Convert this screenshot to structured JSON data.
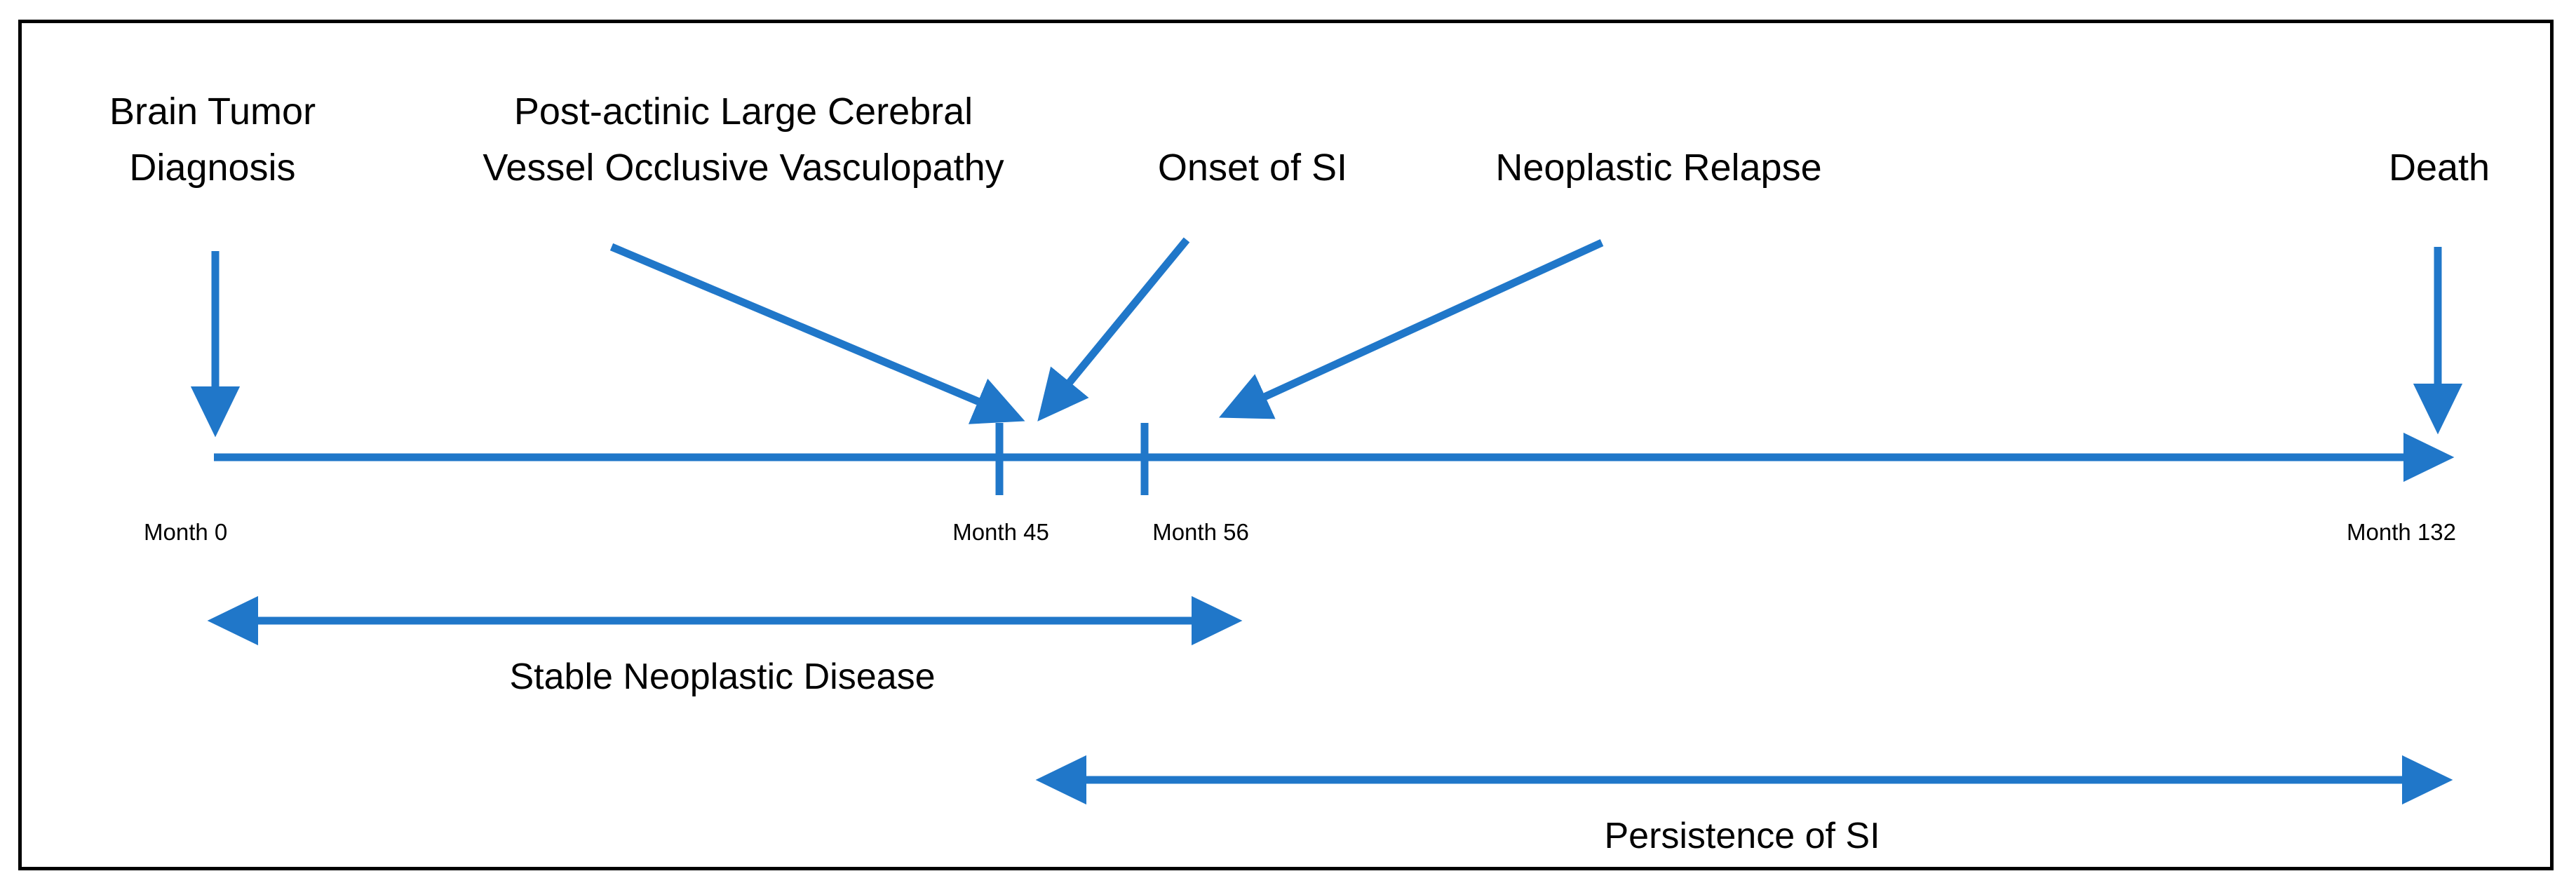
{
  "figure": {
    "type": "clinical-timeline",
    "border_color": "#000000",
    "accent_color": "#2077C9",
    "text_color": "#000000",
    "background_color": "#FFFFFF"
  },
  "axis": {
    "name": "timeline-axis",
    "start_month": 0,
    "end_month": 132,
    "direction": "left-to-right",
    "arrowhead": "right"
  },
  "events": [
    {
      "id": "brain-tumor-diagnosis",
      "label_line1": "Brain Tumor",
      "label_line2": "Diagnosis",
      "month": 0,
      "tick_label": "Month 0",
      "pointer": "vertical-down-arrow"
    },
    {
      "id": "post-actinic-vasculopathy",
      "label_line1": "Post-actinic Large Cerebral",
      "label_line2": "Vessel Occlusive Vasculopathy",
      "month": 45,
      "tick_label": "Month 45",
      "pointer": "diagonal-down-right-arrow"
    },
    {
      "id": "onset-of-si",
      "label_line1": "Onset of SI",
      "label_line2": "",
      "month": 45,
      "tick_label": "",
      "pointer": "diagonal-down-left-arrow"
    },
    {
      "id": "neoplastic-relapse",
      "label_line1": "Neoplastic Relapse",
      "label_line2": "",
      "month": 56,
      "tick_label": "Month 56",
      "pointer": "diagonal-down-left-arrow"
    },
    {
      "id": "death",
      "label_line1": "Death",
      "label_line2": "",
      "month": 132,
      "tick_label": "Month 132",
      "pointer": "vertical-down-arrow"
    }
  ],
  "tick_labels": {
    "month_0": "Month 0",
    "month_45": "Month 45",
    "month_56": "Month 56",
    "month_132": "Month 132"
  },
  "spans": [
    {
      "id": "stable-neoplastic-disease",
      "label": "Stable Neoplastic Disease",
      "from_month": 0,
      "to_month": 56,
      "arrowheads": "both"
    },
    {
      "id": "persistence-of-si",
      "label": "Persistence of SI",
      "from_month": 45,
      "to_month": 132,
      "arrowheads": "both"
    }
  ],
  "chart_data": {
    "type": "timeline",
    "title": "",
    "xlabel": "",
    "ylabel": "",
    "xlim": [
      0,
      132
    ],
    "unit": "months",
    "grid": false,
    "legend": "none",
    "categories": [
      "Month 0",
      "Month 45",
      "Month 56",
      "Month 132"
    ],
    "x": [
      0,
      45,
      56,
      132
    ],
    "events": [
      {
        "month": 0,
        "label": "Brain Tumor Diagnosis"
      },
      {
        "month": 45,
        "label": "Post-actinic Large Cerebral Vessel Occlusive Vasculopathy"
      },
      {
        "month": 45,
        "label": "Onset of SI"
      },
      {
        "month": 56,
        "label": "Neoplastic Relapse"
      },
      {
        "month": 132,
        "label": "Death"
      }
    ],
    "intervals": [
      {
        "label": "Stable Neoplastic Disease",
        "start": 0,
        "end": 56
      },
      {
        "label": "Persistence of SI",
        "start": 45,
        "end": 132
      }
    ]
  }
}
